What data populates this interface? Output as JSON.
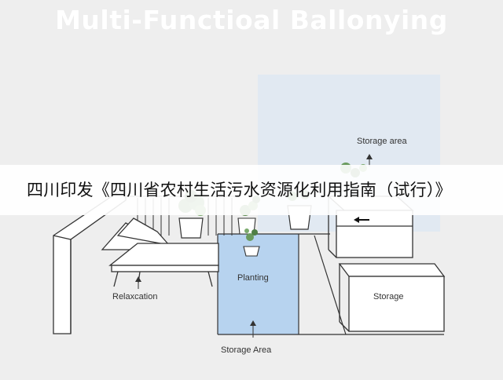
{
  "title": "Multi-Functioal Ballonying",
  "banner": "四川印发《四川省农村生活污水资源化利用指南（试行）》",
  "labels": {
    "storage_area_top": "Storage area",
    "planting": "Planting",
    "relaxation": "Relaxcation",
    "storage": "Storage",
    "storage_area_bottom": "Storage Area"
  },
  "colors": {
    "background": "#eeeeee",
    "planting_zone": "#b7d3ef",
    "storage_zone": "#dde7f2",
    "line": "#333333"
  },
  "icons": [
    "plant-icon",
    "arrow-icon",
    "lounge-chair-icon"
  ]
}
